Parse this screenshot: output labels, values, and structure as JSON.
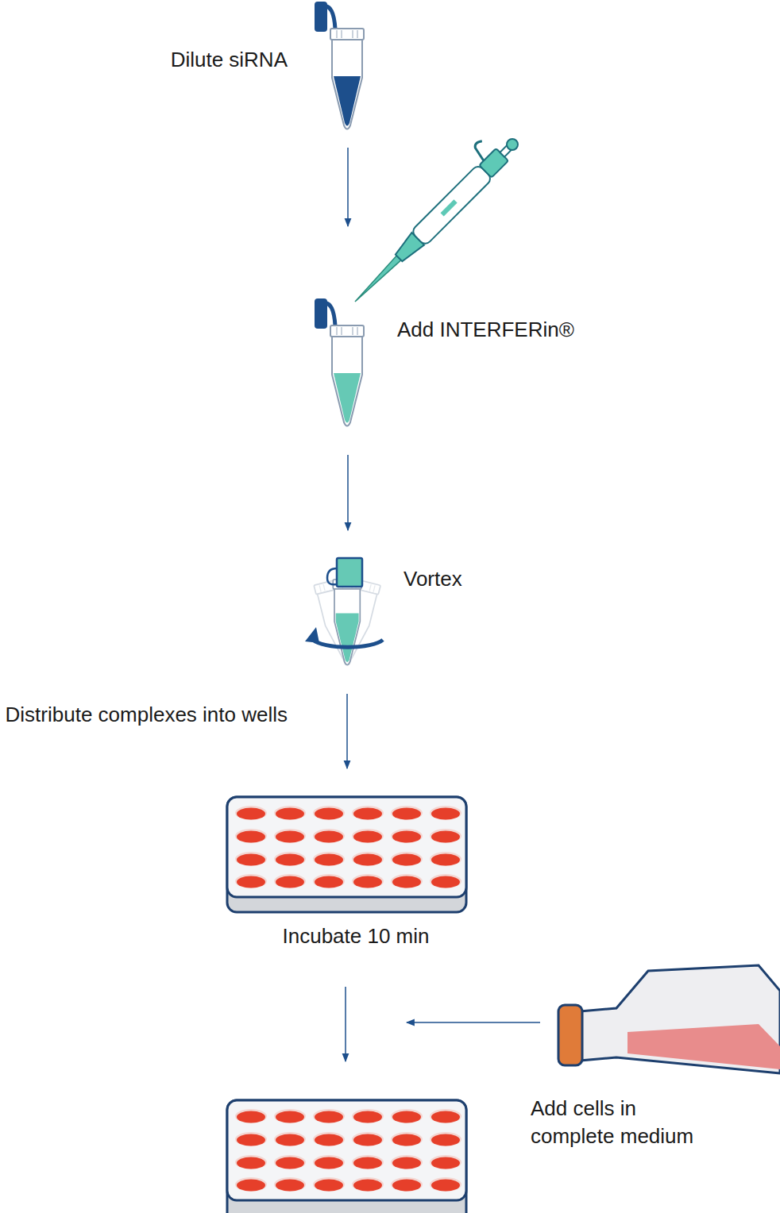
{
  "diagram": {
    "nodes": [
      {
        "text": [
          "Dilute siRNA"
        ]
      },
      {
        "text": [
          "Add INTERFERin®"
        ]
      },
      {
        "text": [
          "Vortex"
        ]
      },
      {
        "text": [
          "Incubate 10 min"
        ]
      },
      {
        "text": [
          "Add cells in complete medium"
        ]
      }
    ],
    "edges": [
      {
        "from": 0,
        "to": 1,
        "arrow": "to"
      },
      {
        "from": 1,
        "to": 2,
        "arrow": "to"
      },
      {
        "from": 2,
        "to": 3,
        "label": "Distribute complexes into wells",
        "arrow": "to"
      }
    ]
  }
}
